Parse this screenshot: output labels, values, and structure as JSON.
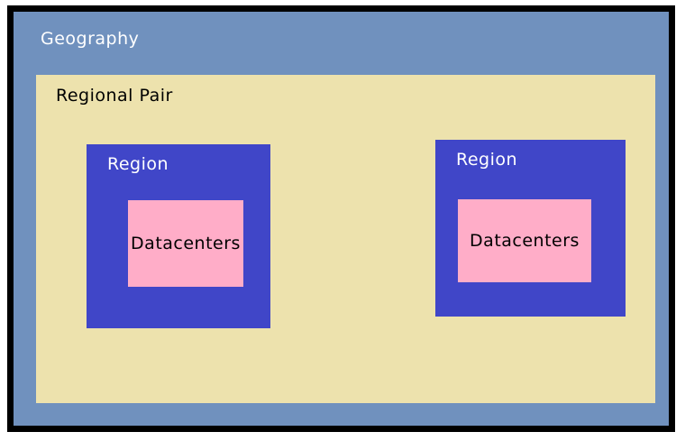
{
  "diagram": {
    "geography_label": "Geography",
    "regional_pair_label": "Regional Pair",
    "regions": [
      {
        "label": "Region",
        "datacenters_label": "Datacenters"
      },
      {
        "label": "Region",
        "datacenters_label": "Datacenters"
      }
    ]
  },
  "colors": {
    "page_bg": "#ffffff",
    "frame_border": "#000000",
    "geography_bg": "#7091be",
    "regional_pair_bg": "#ede2ad",
    "region_bg": "#4046c8",
    "datacenters_bg": "#ffadc8",
    "light_text": "#ffffff",
    "dark_text": "#000000"
  }
}
